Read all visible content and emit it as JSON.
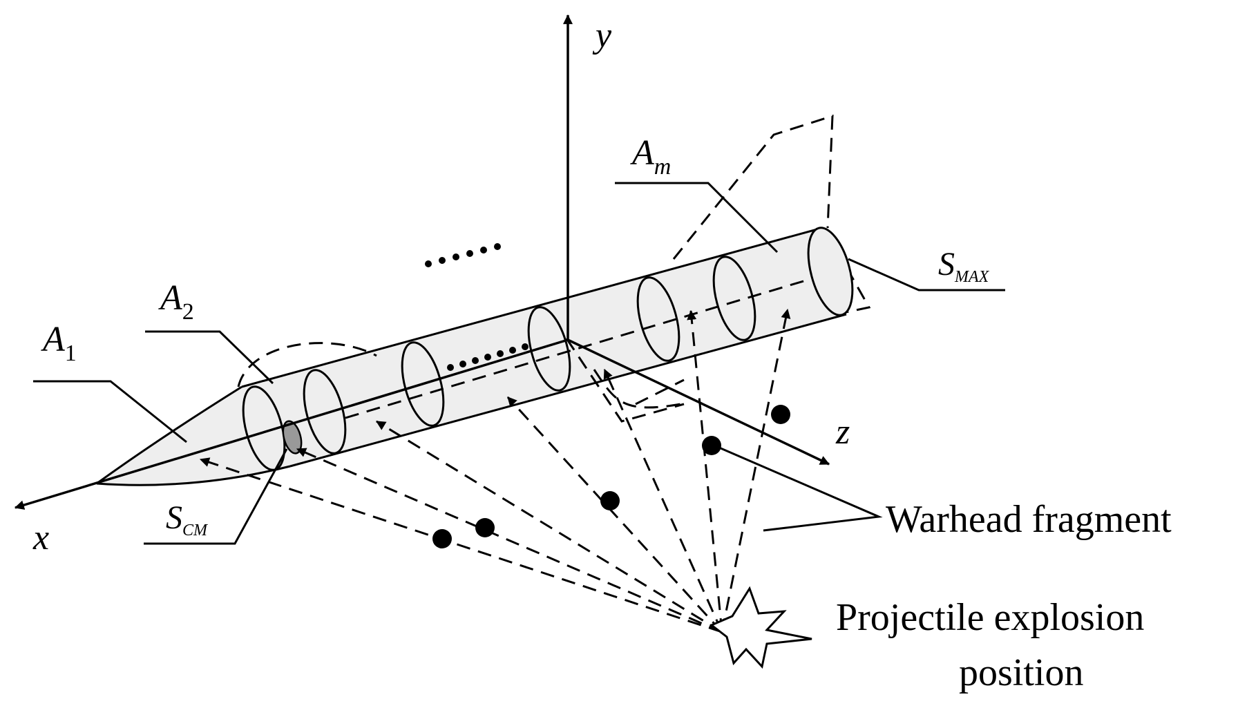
{
  "axes": {
    "x": "x",
    "y": "y",
    "z": "z"
  },
  "sections": {
    "a1": {
      "main": "A",
      "sub": "1"
    },
    "a2": {
      "main": "A",
      "sub": "2"
    },
    "am": {
      "main": "A",
      "sub": "m"
    }
  },
  "surfaces": {
    "scm": {
      "main": "S",
      "sub": "CM"
    },
    "smax": {
      "main": "S",
      "sub": "MAX"
    }
  },
  "labels": {
    "fragment": "Warhead fragment",
    "explosion_line1": "Projectile explosion",
    "explosion_line2": "position"
  },
  "colors": {
    "body_fill": "#eeeeee",
    "stroke": "#000000",
    "hole_fill": "#999999"
  }
}
